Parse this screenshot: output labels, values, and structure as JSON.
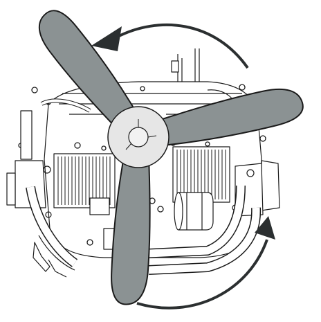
{
  "diagram": {
    "subject": "engine-with-three-blade-propeller",
    "rotation_direction": "counterclockwise",
    "colors": {
      "background": "#ffffff",
      "line": "#1a1a1a",
      "blade_fill": "#8b9293",
      "spinner_fill": "#e6e6e6",
      "arrow": "#2b2f30"
    },
    "blades": [
      {
        "id": "upper-left",
        "angle_deg": -125
      },
      {
        "id": "right",
        "angle_deg": -10
      },
      {
        "id": "bottom",
        "angle_deg": 96
      }
    ],
    "arrows": [
      {
        "id": "top-rotation-arrow",
        "position": "top"
      },
      {
        "id": "bottom-rotation-arrow",
        "position": "bottom-right"
      }
    ]
  }
}
